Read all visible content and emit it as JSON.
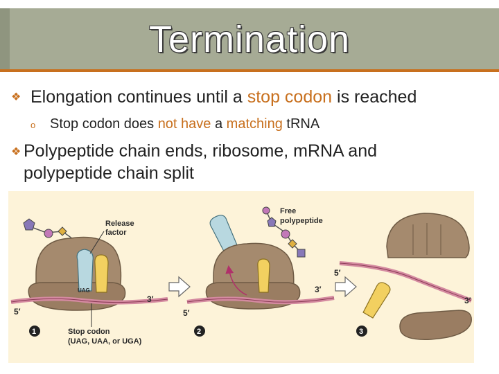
{
  "slide": {
    "title": "Termination",
    "accent_color": "#c8701e",
    "title_bar_color": "#a6ab95",
    "bullets": [
      {
        "icon": "diamond-bullet-icon",
        "parts": [
          "Elongation continues until a ",
          "stop codon",
          " is reached"
        ],
        "sub_bullets": [
          {
            "icon": "circle-bullet-icon",
            "parts": [
              "Stop codon does ",
              "not have",
              " a ",
              "matching",
              " tRNA"
            ]
          }
        ]
      },
      {
        "icon": "diamond-bullet-icon",
        "lines": [
          "Polypeptide chain ends, ribosome, m",
          "RNA and",
          "polypeptide chain split"
        ]
      }
    ]
  },
  "figure": {
    "labels": {
      "release_factor_1": "Release",
      "release_factor_2": "factor",
      "free_poly_1": "Free",
      "free_poly_2": "polypeptide",
      "stop_codon_1": "Stop codon",
      "stop_codon_2": "(UAG, UAA, or UGA)",
      "five_prime": "5′",
      "three_prime": "3′",
      "codon_letters": "UAG"
    },
    "steps": [
      "1",
      "2",
      "3"
    ]
  }
}
